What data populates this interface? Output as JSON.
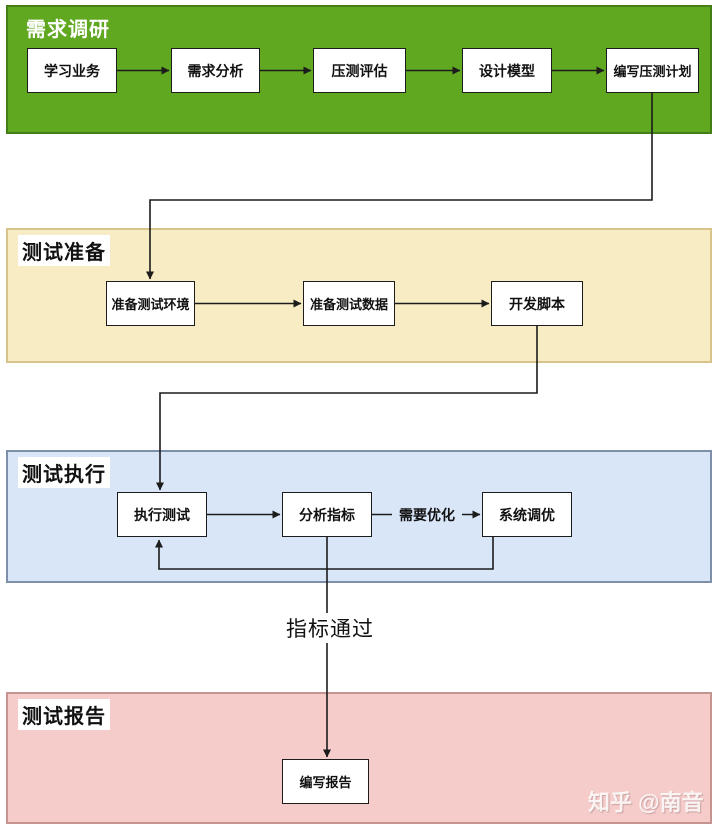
{
  "diagram": {
    "type": "flowchart-swimlanes",
    "watermark": "知乎 @南音",
    "colors": {
      "lane_requirements_fill": "#5FA81F",
      "lane_requirements_border": "#447E16",
      "lane_preparation_fill": "#F8ECC4",
      "lane_preparation_border": "#D8C38A",
      "lane_execution_fill": "#D9E6F8",
      "lane_execution_border": "#7E8FA9",
      "lane_report_fill": "#F5CCCA",
      "lane_report_border": "#C59390",
      "node_fill": "#FFFFFF",
      "node_border": "#1C1C1C",
      "connector": "#1C1C1C"
    },
    "lanes": [
      {
        "title": "需求调研",
        "nodes": [
          "学习业务",
          "需求分析",
          "压测评估",
          "设计模型",
          "编写压测计划"
        ]
      },
      {
        "title": "测试准备",
        "nodes": [
          "准备测试环境",
          "准备测试数据",
          "开发脚本"
        ]
      },
      {
        "title": "测试执行",
        "nodes": [
          "执行测试",
          "分析指标",
          "系统调优"
        ]
      },
      {
        "title": "测试报告",
        "nodes": [
          "编写报告"
        ]
      }
    ],
    "edge_labels": {
      "optimize": "需要优化",
      "pass": "指标通过"
    }
  }
}
